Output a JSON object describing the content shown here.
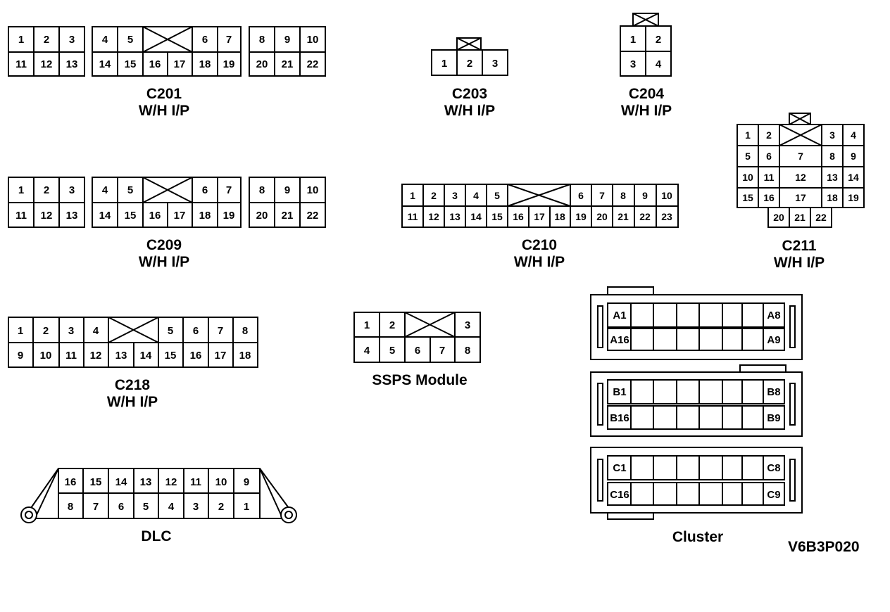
{
  "connectors": {
    "c201": {
      "name": "C201",
      "sub": "W/H I/P",
      "blockA": {
        "top": [
          "1",
          "2",
          "3"
        ],
        "bottom": [
          "11",
          "12",
          "13"
        ]
      },
      "blockB": {
        "top_left": [
          "4",
          "5"
        ],
        "top_right": [
          "6",
          "7"
        ],
        "bottom": [
          "14",
          "15",
          "16",
          "17",
          "18",
          "19"
        ]
      },
      "blockC": {
        "top": [
          "8",
          "9",
          "10"
        ],
        "bottom": [
          "20",
          "21",
          "22"
        ]
      }
    },
    "c203": {
      "name": "C203",
      "sub": "W/H I/P",
      "pins": [
        "1",
        "2",
        "3"
      ]
    },
    "c204": {
      "name": "C204",
      "sub": "W/H I/P",
      "top": [
        "1",
        "2"
      ],
      "bottom": [
        "3",
        "4"
      ]
    },
    "c209": {
      "name": "C209",
      "sub": "W/H I/P",
      "blockA": {
        "top": [
          "1",
          "2",
          "3"
        ],
        "bottom": [
          "11",
          "12",
          "13"
        ]
      },
      "blockB": {
        "top_left": [
          "4",
          "5"
        ],
        "top_right": [
          "6",
          "7"
        ],
        "bottom": [
          "14",
          "15",
          "16",
          "17",
          "18",
          "19"
        ]
      },
      "blockC": {
        "top": [
          "8",
          "9",
          "10"
        ],
        "bottom": [
          "20",
          "21",
          "22"
        ]
      }
    },
    "c210": {
      "name": "C210",
      "sub": "W/H I/P",
      "top_left": [
        "1",
        "2",
        "3",
        "4",
        "5"
      ],
      "top_right": [
        "6",
        "7",
        "8",
        "9",
        "10"
      ],
      "bottom": [
        "11",
        "12",
        "13",
        "14",
        "15",
        "16",
        "17",
        "18",
        "19",
        "20",
        "21",
        "22",
        "23"
      ]
    },
    "c211": {
      "name": "C211",
      "sub": "W/H I/P",
      "row1": [
        "1",
        "2",
        "3",
        "4"
      ],
      "row2": [
        "5",
        "6",
        "7",
        "8",
        "9"
      ],
      "row3": [
        "10",
        "11",
        "12",
        "13",
        "14"
      ],
      "row4": [
        "15",
        "16",
        "17",
        "18",
        "19"
      ],
      "row5": [
        "20",
        "21",
        "22"
      ]
    },
    "c218": {
      "name": "C218",
      "sub": "W/H I/P",
      "top_left": [
        "1",
        "2",
        "3",
        "4"
      ],
      "top_right": [
        "5",
        "6",
        "7",
        "8"
      ],
      "bottom": [
        "9",
        "10",
        "11",
        "12",
        "13",
        "14",
        "15",
        "16",
        "17",
        "18"
      ]
    },
    "ssps": {
      "name": "SSPS Module",
      "top_left": [
        "1",
        "2"
      ],
      "top_right": [
        "3"
      ],
      "bottom": [
        "4",
        "5",
        "6",
        "7",
        "8"
      ]
    },
    "dlc": {
      "name": "DLC",
      "top": [
        "16",
        "15",
        "14",
        "13",
        "12",
        "11",
        "10",
        "9"
      ],
      "bottom": [
        "8",
        "7",
        "6",
        "5",
        "4",
        "3",
        "2",
        "1"
      ]
    },
    "cluster": {
      "name": "Cluster",
      "rows": [
        {
          "left": "A1",
          "right": "A8"
        },
        {
          "left": "A16",
          "right": "A9"
        },
        {
          "left": "B1",
          "right": "B8"
        },
        {
          "left": "B16",
          "right": "B9"
        },
        {
          "left": "C1",
          "right": "C8"
        },
        {
          "left": "C16",
          "right": "C9"
        }
      ]
    }
  },
  "figure_id": "V6B3P020"
}
